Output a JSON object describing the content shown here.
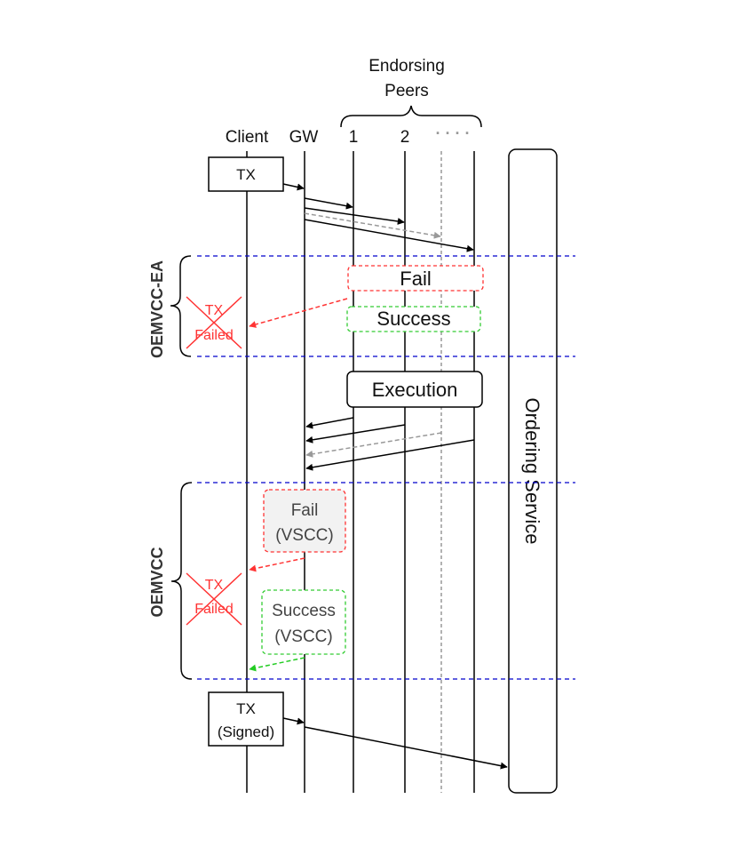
{
  "header": {
    "endorsing_line1": "Endorsing",
    "endorsing_line2": "Peers"
  },
  "lifelines": {
    "client": "Client",
    "gw": "GW",
    "peer1": "1",
    "peer2": "2",
    "dots": "· · · ·"
  },
  "boxes": {
    "tx": "TX",
    "tx_signed_line1": "TX",
    "tx_signed_line2": "(Signed)",
    "execution": "Execution",
    "ordering_service": "Ordering Service"
  },
  "phase_ea": {
    "label": "OEMVCC-EA",
    "fail": "Fail",
    "success": "Success",
    "tx_failed_line1": "TX",
    "tx_failed_line2": "Failed"
  },
  "phase_oemvcc": {
    "label": "OEMVCC",
    "fail_line1": "Fail",
    "fail_line2": "(VSCC)",
    "success_line1": "Success",
    "success_line2": "(VSCC)",
    "tx_failed_line1": "TX",
    "tx_failed_line2": "Failed"
  },
  "colors": {
    "fail": "#ff3333",
    "success": "#33cc33",
    "phase_divider": "#0000cc",
    "pending": "#999999",
    "line": "#000000"
  }
}
